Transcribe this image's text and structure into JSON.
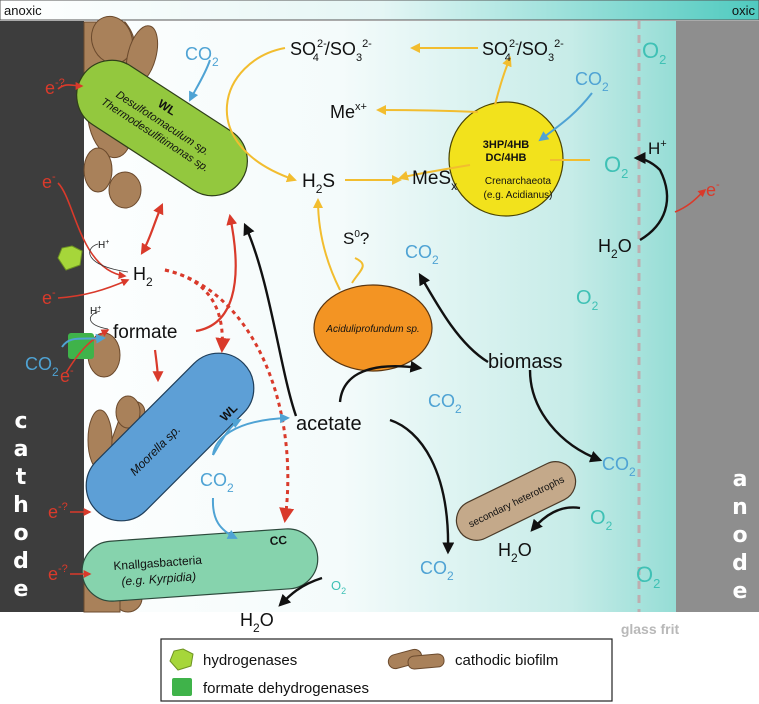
{
  "header": {
    "left_label": "anoxic",
    "right_label": "oxic"
  },
  "electrodes": {
    "cathode_letters": [
      "c",
      "a",
      "t",
      "h",
      "o",
      "d",
      "e"
    ],
    "anode_letters": [
      "a",
      "n",
      "o",
      "d",
      "e"
    ],
    "glass_frit_label": "glass frit"
  },
  "organisms": {
    "desulfo": {
      "tag": "WL",
      "line1": "Desulfotomaculum sp.",
      "line2": "Thermodesulfitimonas sp."
    },
    "moorella": {
      "name": "Moorella sp.",
      "tag": "WL"
    },
    "knallgas": {
      "tag": "CC",
      "line1": "Knallgasbacteria",
      "line2": "(e.g. Kyrpidia)"
    },
    "aciduli": {
      "name": "Aciduliprofundum sp."
    },
    "crenarch": {
      "line1": "3HP/4HB",
      "line2": "DC/4HB",
      "line3": "Crenarchaeota",
      "line4": "(e.g. Acidianus)"
    },
    "secondary": {
      "name": "secondary heterotrophs"
    }
  },
  "species": {
    "h2": "H",
    "h2_sub": "2",
    "formate": "formate",
    "acetate": "acetate",
    "biomass": "biomass",
    "h2s": "H",
    "h2s_sub": "2",
    "h2s_end": "S",
    "mesx": "MeS",
    "mesx_sub": "x",
    "mex": "Me",
    "mex_sup": "x+",
    "s0": "S",
    "s0_sup": "0",
    "s0_end": "?",
    "sulfate_main": "SO",
    "sulfate_sub1": "4",
    "sulfate_sup1": "2-",
    "sulfate_slash": "/SO",
    "sulfate_sub2": "3",
    "sulfate_sup2": "2-",
    "co2_main": "CO",
    "co2_sub": "2",
    "o2_main": "O",
    "o2_sub": "2",
    "h2o_main": "H",
    "h2o_sub": "2",
    "h2o_end": "O",
    "hplus": "H",
    "hplus_sup": "+",
    "eminus": "e",
    "eminus_sup": "-",
    "eminus_q_sup": "-?",
    "hplus_small": "H",
    "hplus_small_sup": "+"
  },
  "legend": {
    "hydrogenases": "hydrogenases",
    "formate_dh": "formate dehydrogenases",
    "biofilm": "cathodic biofilm"
  },
  "colors": {
    "red": "#d93a2b",
    "blue": "#4fa3d4",
    "yellow": "#f2bd2f",
    "black": "#111111",
    "teal_o2": "#3fc1b5",
    "cathode": "#3d3d3d",
    "anode": "#8e8e8e",
    "desulfo_fill": "#93c83e",
    "moorella_fill": "#5d9fd6",
    "knallgas_fill": "#86d3ad",
    "aciduli_fill": "#f39423",
    "crenarch_fill": "#f2e21c",
    "secondary_fill": "#c4a98a",
    "biofilm_fill": "#a9815a",
    "hydrogenase_fill": "#a6d63a",
    "fdh_fill": "#3fb34a"
  }
}
